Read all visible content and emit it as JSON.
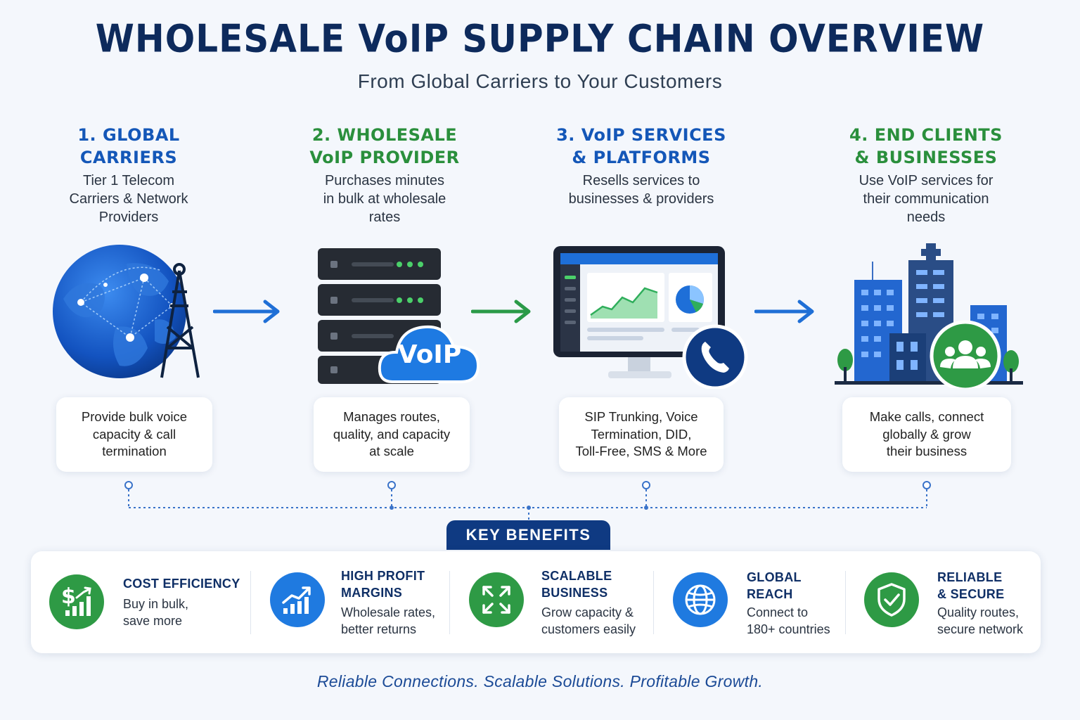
{
  "title": "WHOLESALE VoIP SUPPLY CHAIN OVERVIEW",
  "subtitle": "From Global Carriers to Your Customers",
  "stages": [
    {
      "heading_line1": "1. GLOBAL",
      "heading_line2": "CARRIERS",
      "desc_line1": "Tier 1 Telecom",
      "desc_line2": "Carriers & Network",
      "desc_line3": "Providers",
      "box_line1": "Provide bulk voice",
      "box_line2": "capacity & call",
      "box_line3": "termination",
      "icon": "globe-tower-icon"
    },
    {
      "heading_line1": "2. WHOLESALE",
      "heading_line2": "VoIP PROVIDER",
      "desc_line1": "Purchases minutes",
      "desc_line2": "in bulk at wholesale",
      "desc_line3": "rates",
      "box_line1": "Manages routes,",
      "box_line2": "quality, and capacity",
      "box_line3": "at scale",
      "icon": "server-cloud-icon",
      "cloud_label": "VoIP"
    },
    {
      "heading_line1": "3. VoIP SERVICES",
      "heading_line2": "& PLATFORMS",
      "desc_line1": "Resells services to",
      "desc_line2": "businesses & providers",
      "desc_line3": "",
      "box_line1": "SIP Trunking, Voice",
      "box_line2": "Termination, DID,",
      "box_line3": "Toll-Free, SMS & More",
      "icon": "monitor-phone-icon"
    },
    {
      "heading_line1": "4. END CLIENTS",
      "heading_line2": "& BUSINESSES",
      "desc_line1": "Use VoIP services for",
      "desc_line2": "their communication",
      "desc_line3": "needs",
      "box_line1": "Make calls, connect",
      "box_line2": "globally & grow",
      "box_line3": "their business",
      "icon": "city-users-icon"
    }
  ],
  "key_benefits_label": "KEY BENEFITS",
  "benefits": [
    {
      "title_line1": "COST EFFICIENCY",
      "title_line2": "",
      "desc_line1": "Buy in bulk,",
      "desc_line2": "save more",
      "icon": "dollar-chart-icon"
    },
    {
      "title_line1": "HIGH PROFIT",
      "title_line2": "MARGINS",
      "desc_line1": "Wholesale rates,",
      "desc_line2": "better returns",
      "icon": "growth-chart-icon"
    },
    {
      "title_line1": "SCALABLE",
      "title_line2": "BUSINESS",
      "desc_line1": "Grow capacity &",
      "desc_line2": "customers easily",
      "icon": "expand-icon"
    },
    {
      "title_line1": "GLOBAL",
      "title_line2": "REACH",
      "desc_line1": "Connect to",
      "desc_line2": "180+ countries",
      "icon": "globe-icon"
    },
    {
      "title_line1": "RELIABLE",
      "title_line2": "& SECURE",
      "desc_line1": "Quality routes,",
      "desc_line2": "secure network",
      "icon": "shield-check-icon"
    }
  ],
  "tagline": "Reliable Connections. Scalable Solutions. Profitable Growth.",
  "colors": {
    "navy": "#0d2a5c",
    "blue": "#1457b8",
    "green": "#2a8f3c",
    "accent_blue": "#1f7ae0",
    "benefit_green": "#2e9a45"
  }
}
